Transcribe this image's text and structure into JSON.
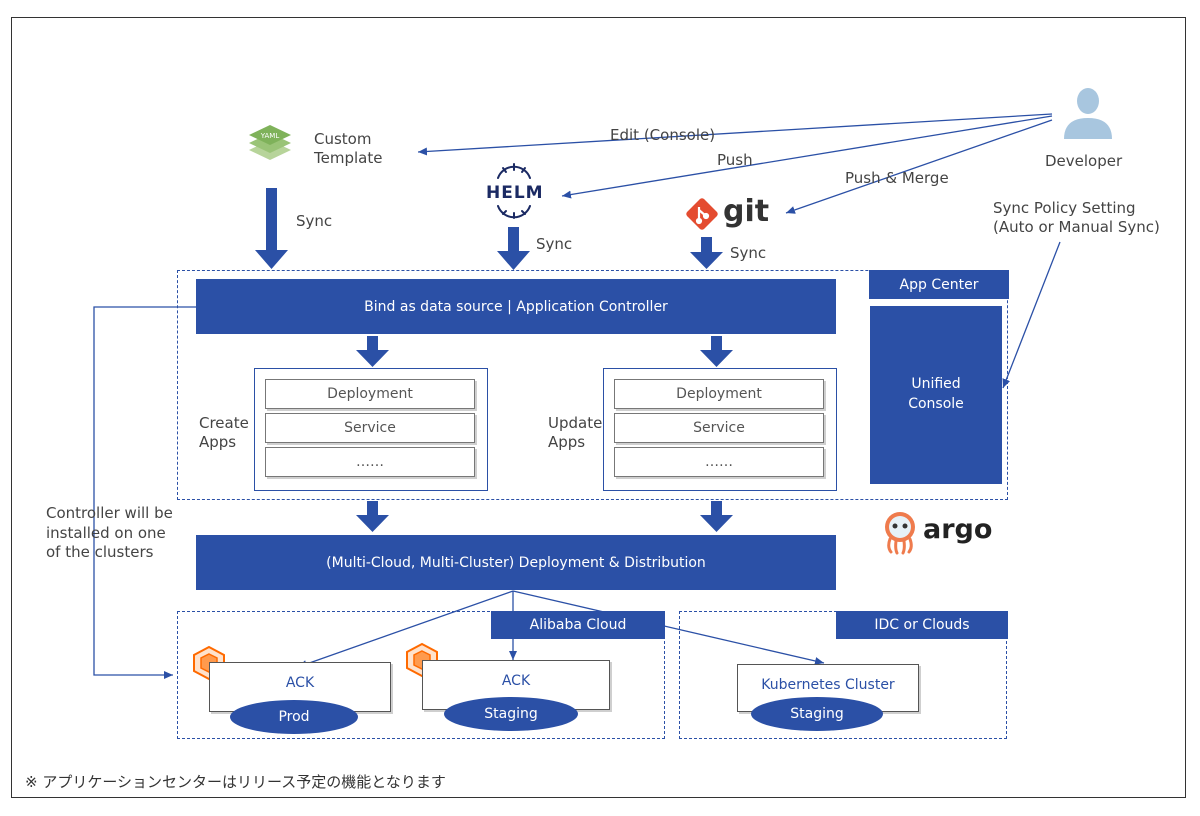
{
  "labels": {
    "custom_template": "Custom\nTemplate",
    "helm": "HELM",
    "git": "git",
    "developer": "Developer",
    "edit_console": "Edit (Console)",
    "push": "Push",
    "push_merge": "Push & Merge",
    "sync_policy": "Sync Policy Setting\n(Auto or Manual Sync)",
    "sync": "Sync",
    "app_center": "App Center",
    "app_controller": "Bind as data source | Application Controller",
    "unified_console": "Unified\nConsole",
    "create_apps": "Create\nApps",
    "update_apps": "Update\nApps",
    "deployment": "Deployment",
    "service": "Service",
    "ellipsis": "……",
    "controller_note": "Controller will be\ninstalled on one\nof the clusters",
    "distribution": "(Multi-Cloud, Multi-Cluster) Deployment & Distribution",
    "argo": "argo",
    "alibaba_cloud": "Alibaba Cloud",
    "idc_clouds": "IDC or Clouds",
    "ack": "ACK",
    "prod": "Prod",
    "staging": "Staging",
    "k8s_cluster": "Kubernetes Cluster",
    "yaml": "YAML",
    "footnote": "※ アプリケーションセンターはリリース予定の機能となります"
  },
  "colors": {
    "accent": "#2b50a6",
    "git": "#e44c30",
    "argo": "#ef7b4d",
    "aliyun": "#ff6a00",
    "developer": "#a8c6df"
  },
  "icons": [
    "yaml-icon",
    "helm-icon",
    "git-icon",
    "developer-icon",
    "argo-icon",
    "cube-icon"
  ]
}
